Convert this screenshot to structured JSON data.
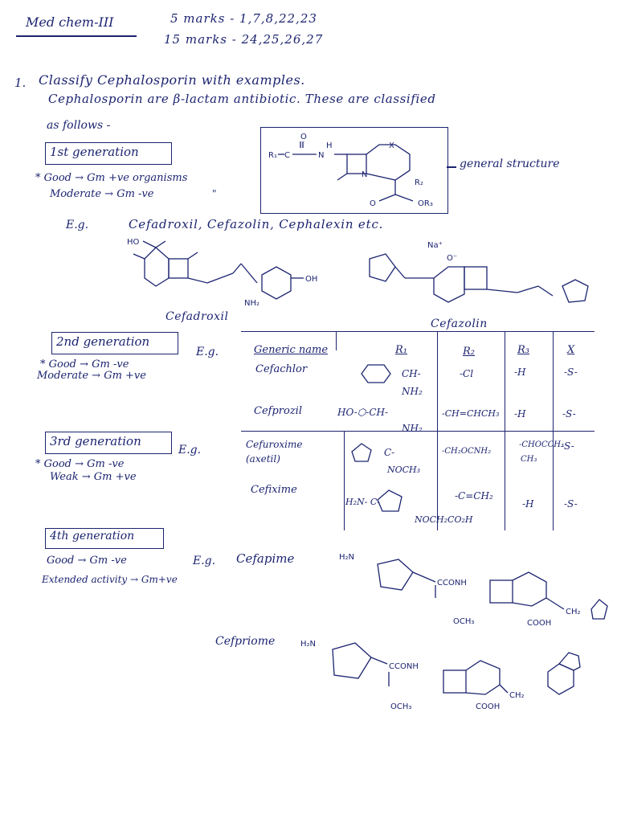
{
  "header": {
    "subject": "Med chem-III",
    "marks5": "5 marks - 1,7,8,22,23",
    "marks15": "15 marks - 24,25,26,27"
  },
  "question": {
    "number": "1.",
    "title": "Classify Cephalosporin with examples.",
    "intro_line1": "Cephalosporin are β-lactam antibiotic. These are classified",
    "intro_line2": "as follows -"
  },
  "general_structure": {
    "label": "general structure",
    "r1": "R₁",
    "r2": "R₂",
    "r3": "OR₃",
    "x": "X",
    "n": "N",
    "o": "O",
    "h": "H",
    "c": "C"
  },
  "gen1": {
    "heading": "1st generation",
    "good": "* Good → Gm +ve organisms",
    "moderate": "Moderate → Gm -ve",
    "ditto": "\"",
    "eg": "E.g.",
    "examples": "Cefadroxil, Cefazolin, Cephalexin etc.",
    "cefadroxil": "Cefadroxil",
    "cefazolin": "Cefazolin",
    "ho": "HO",
    "oh": "OH",
    "nh2": "NH₂",
    "na": "Na⁺",
    "o_minus": "O⁻"
  },
  "gen2": {
    "heading": "2nd generation",
    "eg": "E.g.",
    "good": "* Good → Gm -ve",
    "moderate": "Moderate → Gm +ve"
  },
  "table": {
    "headers": [
      "Generic name",
      "R₁",
      "R₂",
      "R₃",
      "X"
    ],
    "rows": [
      {
        "name": "Cefachlor",
        "r1": "CH-",
        "r1_sub": "NH₂",
        "r2": "-Cl",
        "r3": "-H",
        "x": "-S-"
      },
      {
        "name": "Cefprozil",
        "r1": "HO-⬡-CH-",
        "r1_sub": "NH₂",
        "r2": "-CH=CHCH₃",
        "r3": "-H",
        "x": "-S-"
      },
      {
        "name": "Cefuroxime (axetil)",
        "r1": "C-",
        "r1_sub": "NOCH₃",
        "r2": "-CH₂OCNH₂",
        "r3": "-CHOCCH₃",
        "r3_sub": "CH₃",
        "x": "-S-"
      },
      {
        "name": "Cefixime",
        "r1": "H₂N- C-",
        "r1_sub": "NOCH₂CO₂H",
        "r2": "-C=CH₂",
        "r3": "-H",
        "x": "-S-"
      }
    ]
  },
  "gen3": {
    "heading": "3rd generation",
    "eg": "E.g.",
    "good": "* Good → Gm -ve",
    "weak": "Weak → Gm +ve"
  },
  "gen4": {
    "heading": "4th generation",
    "good": "Good → Gm -ve",
    "extended": "Extended activity → Gm+ve",
    "eg": "E.g.",
    "cefepime": "Cefapime",
    "cefpirome": "Cefpriome",
    "h2n": "H₂N",
    "cconh": "CCONH",
    "och3": "OCH₃",
    "cooh": "COOH",
    "ch2": "CH₂"
  }
}
